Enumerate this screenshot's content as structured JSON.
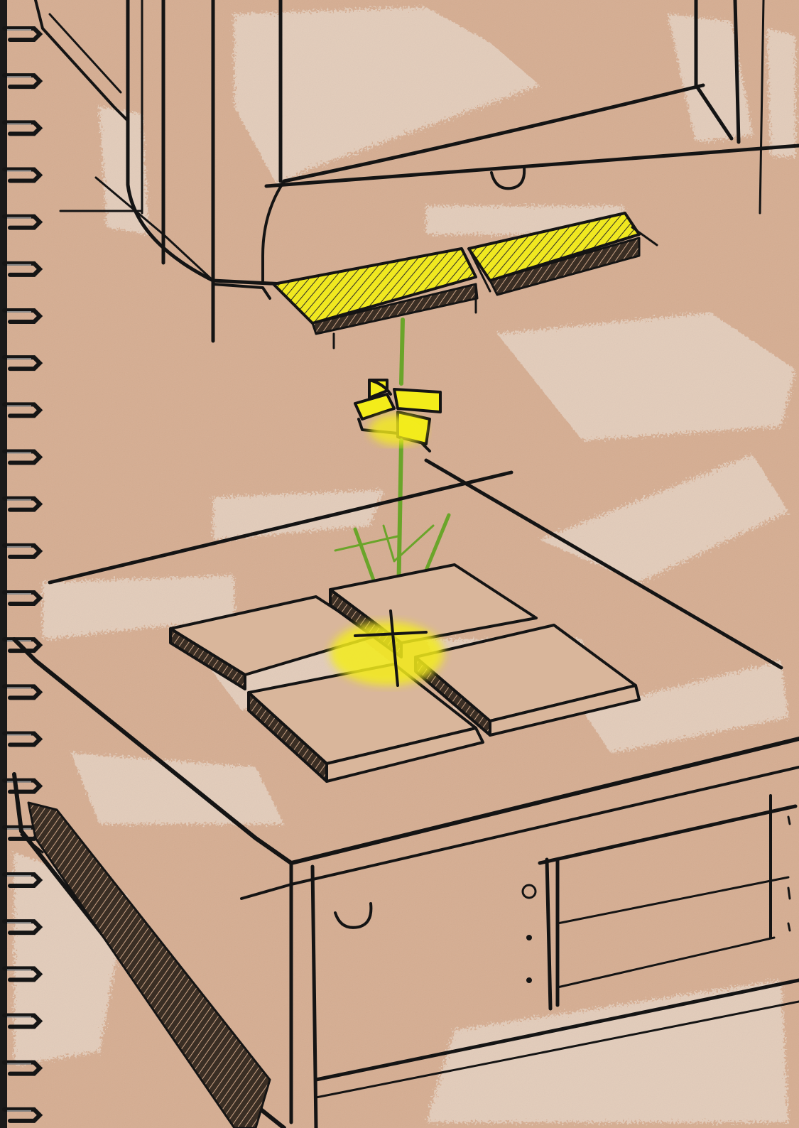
{
  "sketchbook": {
    "paper_color": "#d6ad91",
    "chalk_color": "#efe6dc",
    "ink_color": "#141414",
    "highlight_color": "#f3ec1a",
    "arrow_color": "#6aa52a",
    "binding": "spiral-binding",
    "spiral_rings": 24
  },
  "illustration": {
    "subject": "monitor-placed-on-desktop-computer-with-cross-shaped-alignment-key",
    "parts": [
      "monitor",
      "monitor-base-feet",
      "cross-connector",
      "down-arrow",
      "mounting-pads",
      "computer-case"
    ]
  }
}
